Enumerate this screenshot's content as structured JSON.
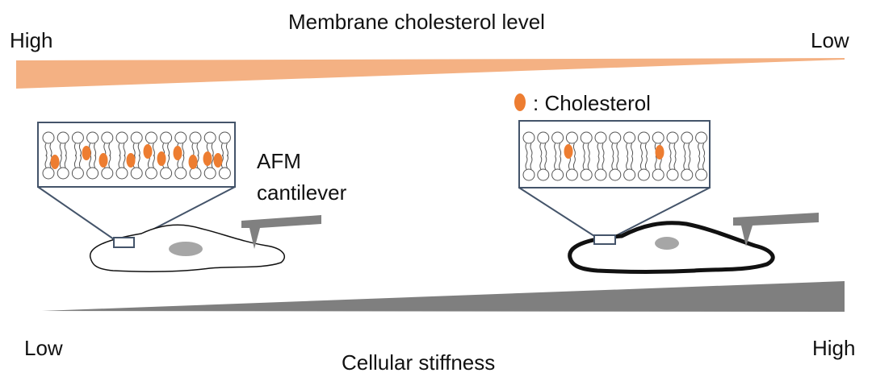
{
  "top_axis": {
    "title": "Membrane cholesterol level",
    "left_label": "High",
    "right_label": "Low"
  },
  "bottom_axis": {
    "title": "Cellular stiffness",
    "left_label": "Low",
    "right_label": "High"
  },
  "legend": {
    "label": ": Cholesterol"
  },
  "instrument_label": {
    "line1": "AFM",
    "line2": "cantilever"
  },
  "colors": {
    "cholesterol_gradient": "#f4b183",
    "cholesterol_molecule": "#ed7d31",
    "stiffness_gradient": "#7f7f7f",
    "cantilever": "#808080",
    "nucleus": "#a6a6a6",
    "frame": "#44546a"
  },
  "panels": [
    {
      "name": "high-cholesterol-soft-cell",
      "lipids_per_row": 13,
      "cholesterol_count": 10
    },
    {
      "name": "low-cholesterol-stiff-cell",
      "lipids_per_row": 13,
      "cholesterol_count": 2
    }
  ]
}
